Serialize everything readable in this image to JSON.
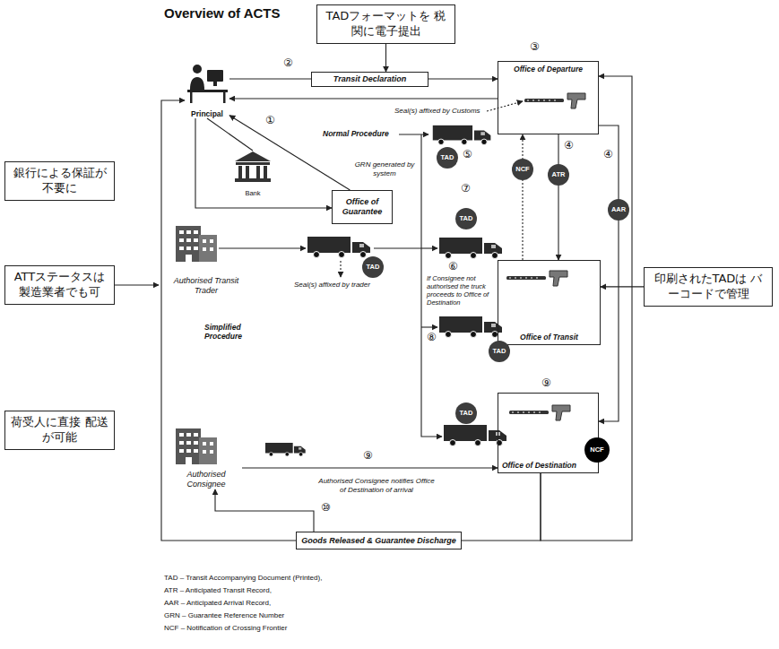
{
  "diagram": {
    "title": "Overview of ACTS",
    "nodes": [
      {
        "text": [
          "TADフォーマットを 税関に電子提出"
        ]
      },
      {
        "text": [
          "Principal"
        ]
      },
      {
        "text": [
          "Transit Declaration"
        ]
      },
      {
        "text": [
          "Office of Departure"
        ]
      },
      {
        "text": [
          "Bank"
        ]
      },
      {
        "text": [
          "Office of Guarantee"
        ]
      },
      {
        "text": [
          "銀行による保証が 不要に"
        ]
      },
      {
        "text": [
          "TAD"
        ]
      },
      {
        "text": [
          "ATR"
        ]
      },
      {
        "text": [
          "NCF"
        ]
      },
      {
        "text": [
          "AAR"
        ]
      },
      {
        "text": [
          "TAD"
        ]
      },
      {
        "text": [
          "Authorised Transit Trader"
        ]
      },
      {
        "text": [
          "TAD"
        ]
      },
      {
        "text": [
          "ATTステータスは 製造業者でも可"
        ]
      },
      {
        "text": [
          "Office of Transit"
        ]
      },
      {
        "text": [
          "印刷されたTADは バーコードで管理"
        ]
      },
      {
        "text": [
          "TAD"
        ]
      },
      {
        "text": [
          "TAD"
        ]
      },
      {
        "text": [
          "Office of Destination"
        ]
      },
      {
        "text": [
          "NCF"
        ]
      },
      {
        "text": [
          "荷受人に直接 配送が可能"
        ]
      },
      {
        "text": [
          "Authorised Consignee"
        ]
      },
      {
        "text": [
          "Goods Released & Guarantee Discharge"
        ]
      }
    ],
    "edges": [
      {
        "from": 0,
        "to": 2,
        "arrow": "to"
      },
      {
        "from": 1,
        "to": 2,
        "arrow": "none"
      },
      {
        "from": 2,
        "to": 3,
        "arrow": "to"
      },
      {
        "from": 3,
        "to": 1,
        "arrow": "to"
      },
      {
        "from": 1,
        "to": 4,
        "arrow": "none"
      },
      {
        "from": 5,
        "to": 1,
        "arrow": "to"
      },
      {
        "from": 1,
        "to": 5,
        "arrow": "to"
      },
      {
        "from": 3,
        "to": 15,
        "arrow": "to"
      },
      {
        "from": 3,
        "to": 19,
        "arrow": "to"
      },
      {
        "from": 15,
        "to": 3,
        "arrow": "to"
      },
      {
        "from": 16,
        "to": 15,
        "arrow": "to"
      },
      {
        "from": 22,
        "to": 19,
        "arrow": "to"
      },
      {
        "from": 19,
        "to": 23,
        "arrow": "none"
      },
      {
        "from": 19,
        "to": 3,
        "arrow": "to"
      },
      {
        "from": 23,
        "to": 1,
        "arrow": "to"
      },
      {
        "from": 23,
        "to": 22,
        "arrow": "to"
      }
    ],
    "labels": [
      "①",
      "②",
      "③",
      "④",
      "④",
      "⑤",
      "⑥",
      "⑦",
      "⑧",
      "⑨",
      "⑨",
      "⑩",
      "Seal(s) affixed by Customs",
      "Normal Procedure",
      "GRN generated by system",
      "Seal(s) affixed by trader",
      "If Consignee not authorised the truck proceeds to Office of Destination",
      "Simplified Procedure",
      "Authorised Consignee notifies Office of Destination of arrival",
      "TAD – Transit Accompanying Document (Printed),",
      "ATR – Anticipated Transit Record,",
      "AAR – Anticipated Arrival Record,",
      "GRN – Guarantee Reference Number",
      "NCF – Notification of Crossing Frontier"
    ]
  }
}
